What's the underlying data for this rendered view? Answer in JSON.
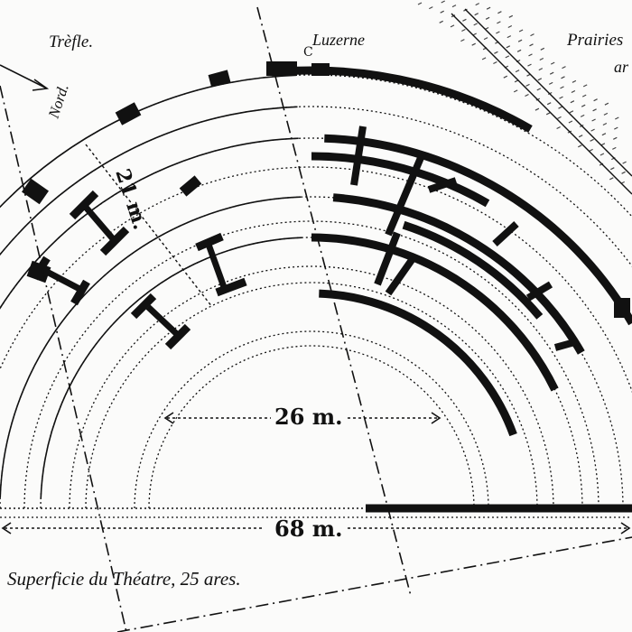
{
  "labels": {
    "trefle": "Trèfle.",
    "nord": "Nord.",
    "luzerne": "Luzerne",
    "point_c": "C",
    "prairies": "Prairies",
    "prairies_cont": "ar",
    "dim_diameter_inner": "26 m.",
    "dim_diameter_outer": "68 m.",
    "dim_radial": "21 m.",
    "superficie": "Superficie du Théatre, 25 ares."
  },
  "colors": {
    "ink": "#111111",
    "paper": "#fbfbfa",
    "hatch": "#444444"
  }
}
